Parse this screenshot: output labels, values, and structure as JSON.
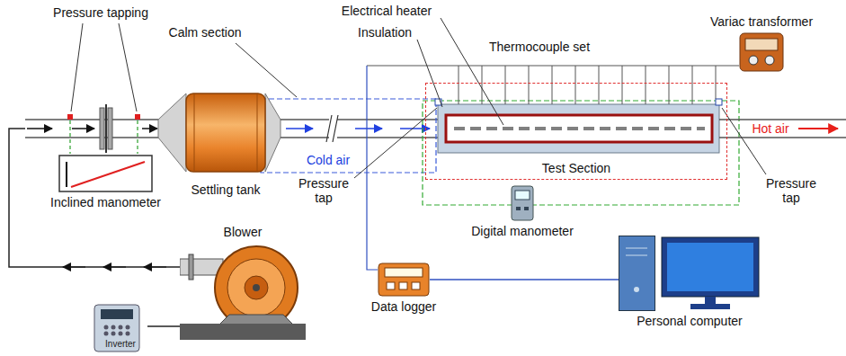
{
  "diagram": {
    "nodes": [
      {
        "text": [
          "Variac transformer"
        ]
      },
      {
        "text": [
          "Settling tank"
        ]
      },
      {
        "text": [
          "Test Section"
        ]
      },
      {
        "text": [
          "Inclined manometer"
        ]
      },
      {
        "text": [
          "Digital manometer"
        ]
      },
      {
        "text": [
          "Blower"
        ]
      },
      {
        "text": [
          "Inverter"
        ]
      },
      {
        "text": [
          "Data logger"
        ]
      },
      {
        "text": [
          "Personal computer"
        ]
      }
    ],
    "edges": [
      {
        "from": 6,
        "to": 5,
        "arrow": "none"
      },
      {
        "from": 7,
        "to": 8,
        "arrow": "none"
      }
    ],
    "labels": [
      "Pressure tapping",
      "Calm section",
      "Electrical heater",
      "Insulation",
      "Thermocouple set",
      "Cold air",
      "Pressure tap",
      "Hot air",
      "Pressure tap"
    ]
  }
}
